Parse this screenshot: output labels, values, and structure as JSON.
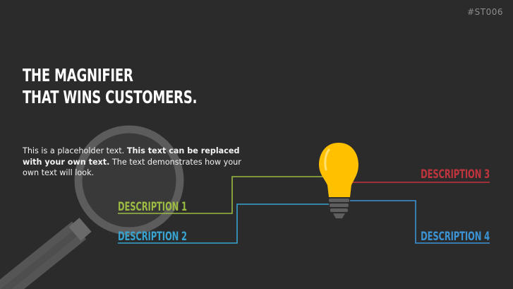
{
  "slide": {
    "id_label": "#ST006",
    "title_lines": [
      "THE MAGNIFIER",
      "THAT WINS CUSTOMERS."
    ],
    "body": {
      "part1": "This is a placeholder text. ",
      "part2": "This text can be replaced with your own text.",
      "part3": " The text demonstrates how your own text will look."
    },
    "descriptions": {
      "d1": "DESCRIPTION 1",
      "d2": "DESCRIPTION 2",
      "d3": "DESCRIPTION 3",
      "d4": "DESCRIPTION 4"
    }
  },
  "colors": {
    "background": "#2b2b2b",
    "description_1": "#9bbb43",
    "description_2": "#38a3cf",
    "description_3": "#c1343d",
    "description_4": "#3b93d4",
    "bulb": "#ffc000",
    "magnifier": "#5a5a5a"
  },
  "icons": {
    "magnifier": "magnifying-glass-icon",
    "bulb": "light-bulb-icon"
  }
}
